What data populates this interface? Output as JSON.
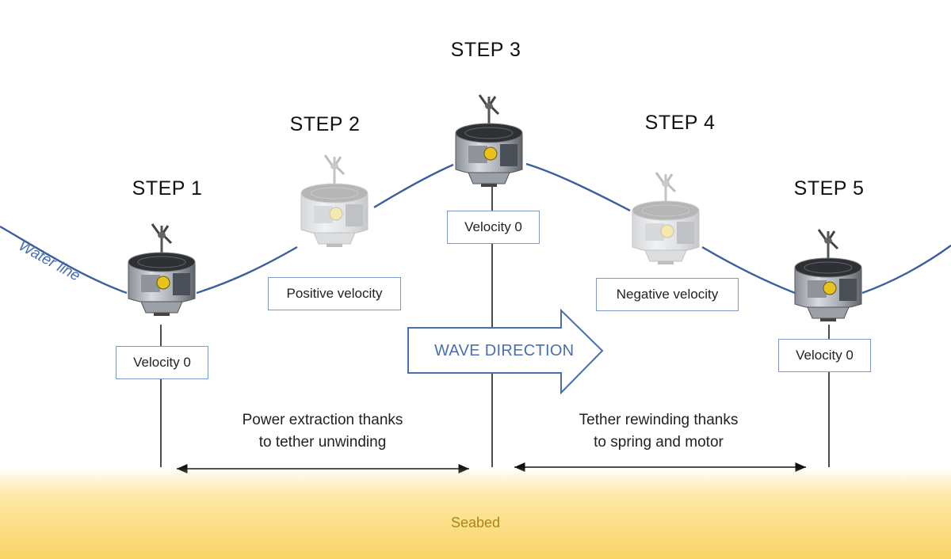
{
  "steps": [
    {
      "title": "STEP 1",
      "velocity_label": "Velocity 0",
      "faded": false
    },
    {
      "title": "STEP 2",
      "velocity_label": "Positive velocity",
      "faded": true
    },
    {
      "title": "STEP 3",
      "velocity_label": "Velocity 0",
      "faded": false
    },
    {
      "title": "STEP 4",
      "velocity_label": "Negative velocity",
      "faded": true
    },
    {
      "title": "STEP 5",
      "velocity_label": "Velocity 0",
      "faded": false
    }
  ],
  "water_line_label": "Water line",
  "wave_direction_label": "WAVE DIRECTION",
  "captions": {
    "left_line1": "Power extraction thanks",
    "left_line2": "to tether unwinding",
    "right_line1": "Tether rewinding thanks",
    "right_line2": "to spring and motor"
  },
  "seabed_label": "Seabed",
  "colors": {
    "water_line": "#3b5ea1",
    "box_border": "#7c98c8",
    "arrow_outline": "#4a6fae",
    "seabed": "#fbd466",
    "seabed_text": "#a9861a"
  }
}
